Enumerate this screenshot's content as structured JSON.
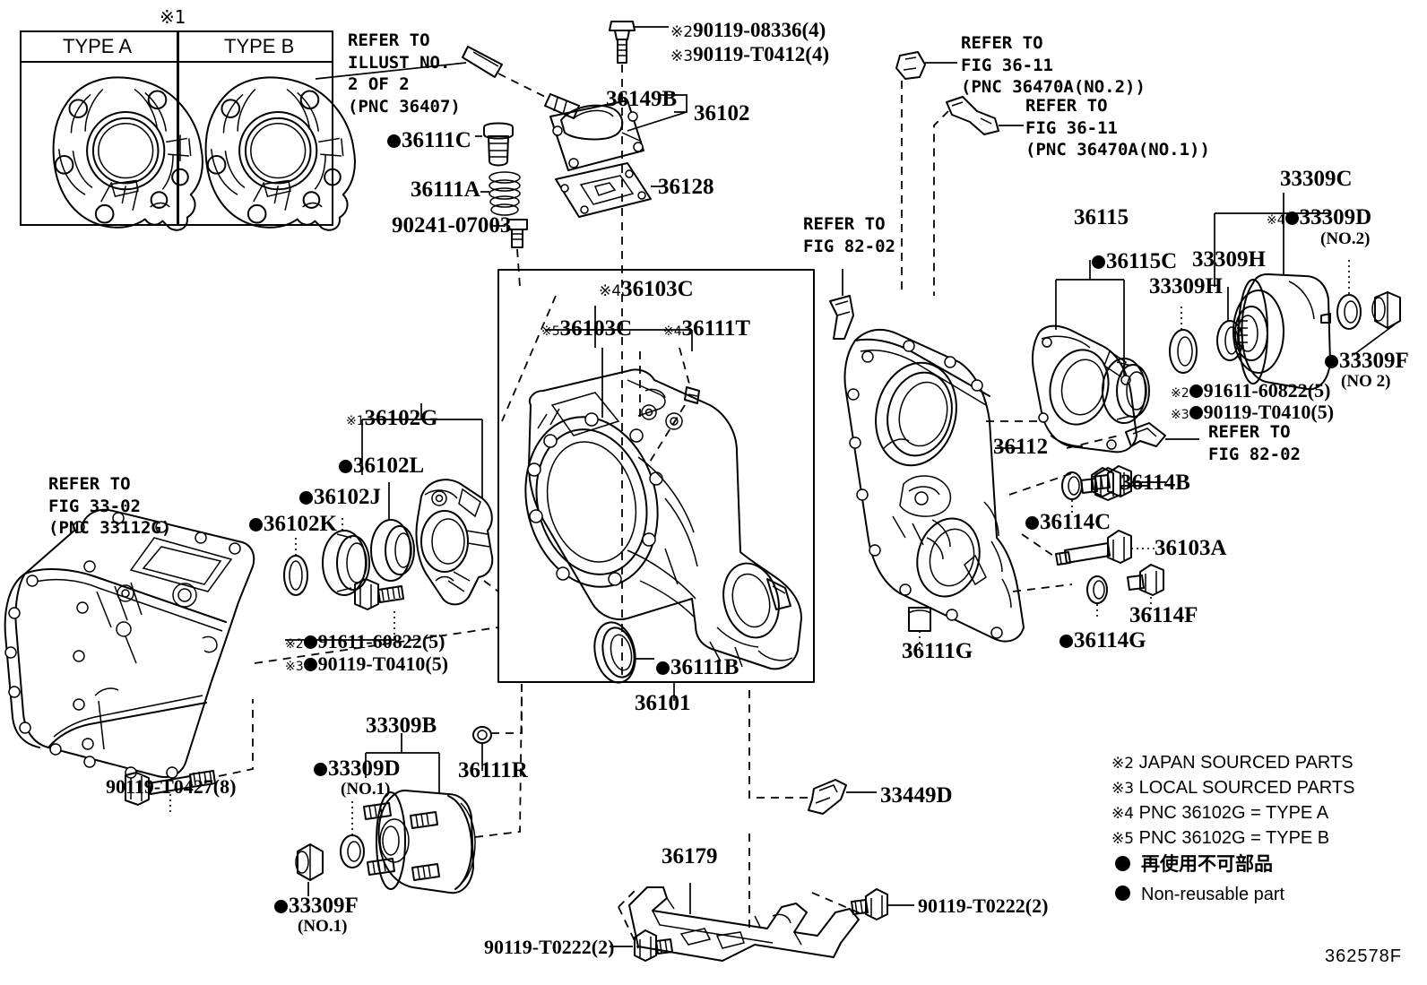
{
  "figure": {
    "code": "362578F",
    "title_note_mark": "※1"
  },
  "type_table": {
    "headers": [
      "TYPE A",
      "TYPE B"
    ]
  },
  "references": [
    {
      "id": "ref-illust-2of2",
      "lines": [
        "REFER TO",
        "ILLUST NO.",
        "2 OF 2",
        "(PNC 36407)"
      ]
    },
    {
      "id": "ref-fig36-11-no2",
      "lines": [
        "REFER TO",
        "FIG 36-11",
        "(PNC 36470A(NO.2))"
      ]
    },
    {
      "id": "ref-fig36-11-no1",
      "lines": [
        "REFER TO",
        "FIG 36-11",
        "(PNC 36470A(NO.1))"
      ]
    },
    {
      "id": "ref-fig82-02-left",
      "lines": [
        "REFER TO",
        "FIG 82-02"
      ]
    },
    {
      "id": "ref-fig82-02-right",
      "lines": [
        "REFER TO",
        "FIG 82-02"
      ]
    },
    {
      "id": "ref-fig33-02",
      "lines": [
        "REFER TO",
        "FIG 33-02",
        "(PNC 33112G)"
      ]
    }
  ],
  "callouts": [
    {
      "id": "c-90119-08336",
      "mark": "※2",
      "dot": false,
      "text": "90119-08336(4)"
    },
    {
      "id": "c-90119-T0412",
      "mark": "※3",
      "dot": false,
      "text": "90119-T0412(4)"
    },
    {
      "id": "c-36149B",
      "mark": "",
      "dot": false,
      "text": "36149B"
    },
    {
      "id": "c-36102",
      "mark": "",
      "dot": false,
      "text": "36102"
    },
    {
      "id": "c-36111C",
      "mark": "",
      "dot": true,
      "text": "36111C"
    },
    {
      "id": "c-36111A",
      "mark": "",
      "dot": false,
      "text": "36111A"
    },
    {
      "id": "c-36128",
      "mark": "",
      "dot": false,
      "text": "36128"
    },
    {
      "id": "c-90241-07003",
      "mark": "",
      "dot": false,
      "text": "90241-07003"
    },
    {
      "id": "c-36103C-top",
      "mark": "※4",
      "dot": false,
      "text": "36103C"
    },
    {
      "id": "c-36103C-left",
      "mark": "※5",
      "dot": false,
      "text": "36103C"
    },
    {
      "id": "c-36111T",
      "mark": "※4",
      "dot": false,
      "text": "36111T"
    },
    {
      "id": "c-36102G",
      "mark": "※1",
      "dot": false,
      "text": "36102G"
    },
    {
      "id": "c-36102L",
      "mark": "",
      "dot": true,
      "text": "36102L"
    },
    {
      "id": "c-36102J",
      "mark": "",
      "dot": true,
      "text": "36102J"
    },
    {
      "id": "c-36102K",
      "mark": "",
      "dot": true,
      "text": "36102K"
    },
    {
      "id": "c-91611-60822-left",
      "mark": "※2",
      "dot": true,
      "text": "91611-60822(5)"
    },
    {
      "id": "c-90119-T0410-left",
      "mark": "※3",
      "dot": true,
      "text": "90119-T0410(5)"
    },
    {
      "id": "c-91611-60822-right",
      "mark": "※2",
      "dot": true,
      "text": "91611-60822(5)"
    },
    {
      "id": "c-90119-T0410-right",
      "mark": "※3",
      "dot": true,
      "text": "90119-T0410(5)"
    },
    {
      "id": "c-36115",
      "mark": "",
      "dot": false,
      "text": "36115"
    },
    {
      "id": "c-36115C",
      "mark": "",
      "dot": true,
      "text": "36115C"
    },
    {
      "id": "c-33309H-1",
      "mark": "",
      "dot": false,
      "text": "33309H"
    },
    {
      "id": "c-33309H-2",
      "mark": "",
      "dot": false,
      "text": "33309H"
    },
    {
      "id": "c-33309C",
      "mark": "",
      "dot": false,
      "text": "33309C"
    },
    {
      "id": "c-33309D-no2",
      "mark": "※4",
      "dot": true,
      "text": "33309D",
      "sub": "(NO.2)"
    },
    {
      "id": "c-33309F-no2",
      "mark": "",
      "dot": true,
      "text": "33309F",
      "sub": "(NO 2)"
    },
    {
      "id": "c-36112",
      "mark": "",
      "dot": false,
      "text": "36112"
    },
    {
      "id": "c-36114B",
      "mark": "",
      "dot": false,
      "text": "36114B"
    },
    {
      "id": "c-36114C",
      "mark": "",
      "dot": true,
      "text": "36114C"
    },
    {
      "id": "c-36103A",
      "mark": "",
      "dot": false,
      "text": "36103A"
    },
    {
      "id": "c-36114F",
      "mark": "",
      "dot": false,
      "text": "36114F"
    },
    {
      "id": "c-36114G",
      "mark": "",
      "dot": true,
      "text": "36114G"
    },
    {
      "id": "c-36111G",
      "mark": "",
      "dot": false,
      "text": "36111G"
    },
    {
      "id": "c-36111B",
      "mark": "",
      "dot": true,
      "text": "36111B"
    },
    {
      "id": "c-36101",
      "mark": "",
      "dot": false,
      "text": "36101"
    },
    {
      "id": "c-36111R",
      "mark": "",
      "dot": false,
      "text": "36111R"
    },
    {
      "id": "c-33309B",
      "mark": "",
      "dot": false,
      "text": "33309B"
    },
    {
      "id": "c-33309D-no1",
      "mark": "",
      "dot": true,
      "text": "33309D",
      "sub": "(NO.1)"
    },
    {
      "id": "c-33309F-no1",
      "mark": "",
      "dot": true,
      "text": "33309F",
      "sub": "(NO.1)"
    },
    {
      "id": "c-90119-T0427",
      "mark": "",
      "dot": false,
      "text": "90119-T0427(8)"
    },
    {
      "id": "c-33449D",
      "mark": "",
      "dot": false,
      "text": "33449D"
    },
    {
      "id": "c-36179",
      "mark": "",
      "dot": false,
      "text": "36179"
    },
    {
      "id": "c-90119-T0222-right",
      "mark": "",
      "dot": false,
      "text": "90119-T0222(2)"
    },
    {
      "id": "c-90119-T0222-left",
      "mark": "",
      "dot": false,
      "text": "90119-T0222(2)"
    }
  ],
  "legend": {
    "notes": [
      {
        "mark": "※2",
        "text": "JAPAN SOURCED PARTS"
      },
      {
        "mark": "※3",
        "text": "LOCAL SOURCED PARTS"
      },
      {
        "mark": "※4",
        "text": "PNC 36102G = TYPE A"
      },
      {
        "mark": "※5",
        "text": "PNC 36102G = TYPE B"
      }
    ],
    "symbols": [
      {
        "marker": "dot",
        "text": "再使用不可部品"
      },
      {
        "marker": "dot",
        "text": "Non-reusable part"
      }
    ]
  }
}
